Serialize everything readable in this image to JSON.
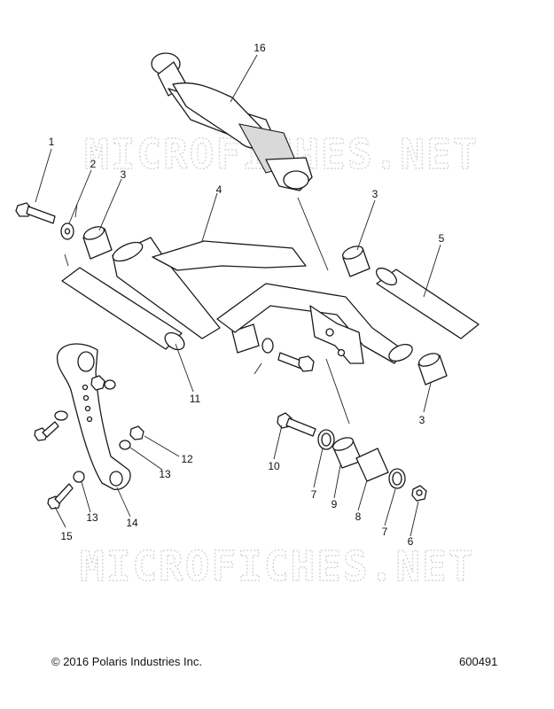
{
  "watermark": "MICROFICHES.NET",
  "footer": {
    "copyright": "© 2016 Polaris Industries Inc.",
    "figure_number": "600491"
  },
  "callouts": [
    "1",
    "2",
    "3",
    "4",
    "3",
    "5",
    "16",
    "11",
    "12",
    "13",
    "13",
    "14",
    "15",
    "10",
    "7",
    "9",
    "8",
    "7",
    "6",
    "3"
  ]
}
